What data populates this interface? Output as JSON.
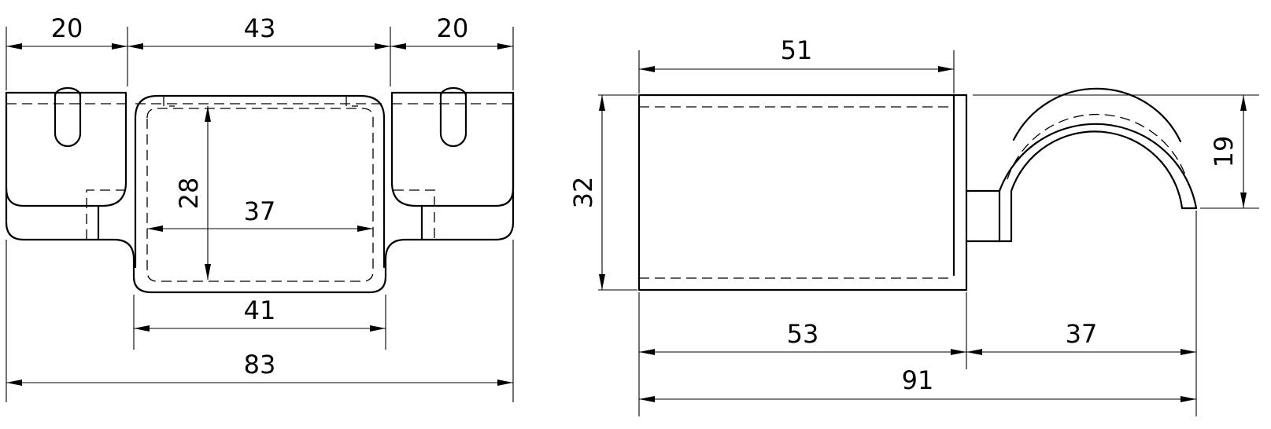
{
  "drawing": {
    "line_color": "#000000",
    "background": "#ffffff",
    "front_view": {
      "dimensions": {
        "left_flange_width": "20",
        "center_span": "43",
        "right_flange_width": "20",
        "pocket_height": "28",
        "pocket_inner_width": "37",
        "pocket_outer_width": "41",
        "overall_width": "83"
      }
    },
    "side_view": {
      "dimensions": {
        "top_length": "51",
        "height": "32",
        "clip_height": "19",
        "body_length": "53",
        "clip_length": "37",
        "overall_length": "91"
      }
    }
  }
}
